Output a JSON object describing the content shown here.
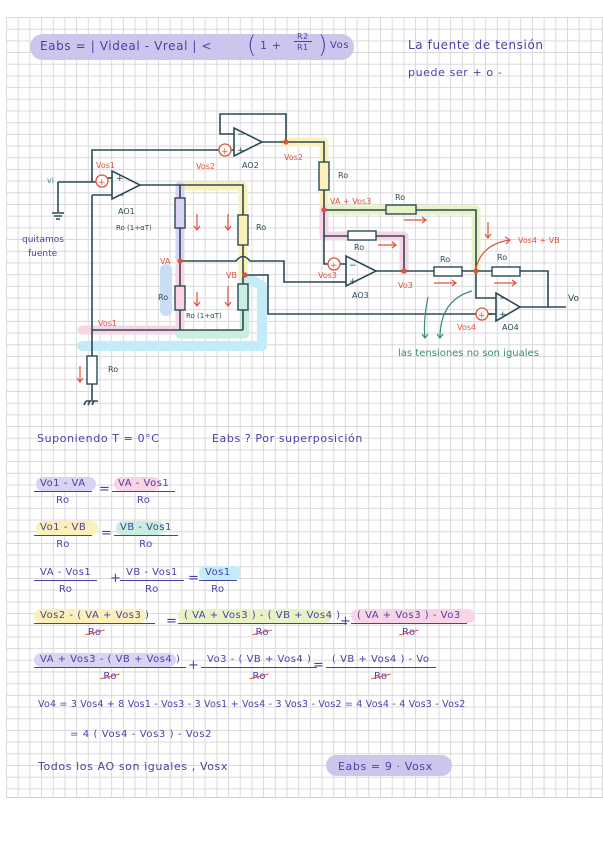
{
  "header": {
    "eabs_formula": {
      "lhs": "Eabs  =  | Videal - Vreal |  <",
      "paren_open": "(",
      "one_plus": "1 +",
      "r_num": "R2",
      "r_den": "R1",
      "paren_close": ")",
      "vos": "Vos"
    },
    "note_line1": "La fuente de tensión",
    "note_line2": "puede ser  + o -"
  },
  "circuit": {
    "input_label": "vi",
    "side_note_line1": "quitamos",
    "side_note_line2": "fuente",
    "opamps": [
      "AO1",
      "AO2",
      "AO3",
      "AO4"
    ],
    "offset_sources": [
      "Vos1",
      "Vos2",
      "Vos3",
      "Vos4"
    ],
    "node_labels": {
      "vos1_top": "Vos1",
      "vos2_src": "Vos2",
      "vos2_out": "Vos2",
      "va_plus_vos3": "VA + Vos3",
      "vos3_src": "Vos3",
      "vo3": "Vo3",
      "vos4_plus_vb": "Vos4 + VB",
      "vos4_src": "Vos4",
      "va": "VA",
      "vb": "VB",
      "vos1_bottom": "Vos1",
      "output": "Vo"
    },
    "resistor_labels": {
      "r_top_left": "Ro (1+αT)",
      "r_top_right": "Ro",
      "r_bottom_left": "Ro",
      "r_bottom_right": "Ro (1+αT)",
      "r_ground": "Ro",
      "r_ao2_out": "Ro",
      "r_top_horizontal": "Ro",
      "r_ao3_feedback": "Ro",
      "r_ao3_out": "Ro",
      "r_ao4_feedback": "Ro"
    },
    "annotation": "las tensiones no son iguales",
    "colors": {
      "wire": "#2b4a55",
      "accent_red": "#e0533b",
      "annotation_teal": "#3a8a7a",
      "ink_purple": "#4a3fa8",
      "hl_yellow": "#fbf0b8",
      "hl_blue": "#c9def5",
      "hl_lilac": "#d8d4f2",
      "hl_pink": "#f8d4e6",
      "hl_lime": "#e8f2c4",
      "hl_cyan": "#c4ecf8",
      "hl_mint": "#c8eee0"
    }
  },
  "analysis": {
    "assumption": "Suponiendo   T = 0°C",
    "question": "Eabs ?  Por   superposición",
    "eq1": {
      "l_num": "Vo1 - VA",
      "l_den": "Ro",
      "eq": "=",
      "r_num": "VA - Vos1",
      "r_den": "Ro"
    },
    "eq2": {
      "l_num": "Vo1 - VB",
      "l_den": "Ro",
      "eq": "=",
      "r_num": "VB - Vos1",
      "r_den": "Ro"
    },
    "eq3": {
      "a_num": "VA - Vos1",
      "a_den": "Ro",
      "plus": "+",
      "b_num": "VB - Vos1",
      "b_den": "Ro",
      "eq": "=",
      "c_num": "Vos1",
      "c_den": "Ro"
    },
    "eq4": {
      "a_num": "Vos2 - ( VA + Vos3 )",
      "a_den": "Ro",
      "eq": "=",
      "b_num": "( VA + Vos3 ) - ( VB + Vos4 )",
      "b_den": "Ro",
      "plus": "+",
      "c_num": "( VA + Vos3 ) - Vo3",
      "c_den": "Ro"
    },
    "eq5": {
      "a_num": "VA + Vos3 - ( VB + Vos4 )",
      "a_den": "Ro",
      "plus": "+",
      "b_num": "Vo3 - ( VB + Vos4 )",
      "b_den": "Ro",
      "eq": "=",
      "c_num": "( VB + Vos4 ) - Vo",
      "c_den": "Ro"
    },
    "result_line1": "Vo4  =  3 Vos4 + 8 Vos1 - Vos3 - 3 Vos1 + Vos4  - 3 Vos3  - Vos2    =  4 Vos4  - 4 Vos3  - Vos2",
    "result_line2": "= 4 ( Vos4 - Vos3 ) - Vos2",
    "conclusion": "Todos  los  AO  son  iguales ,  Vosx",
    "final_result": "Eabs  =  9 · Vosx"
  }
}
